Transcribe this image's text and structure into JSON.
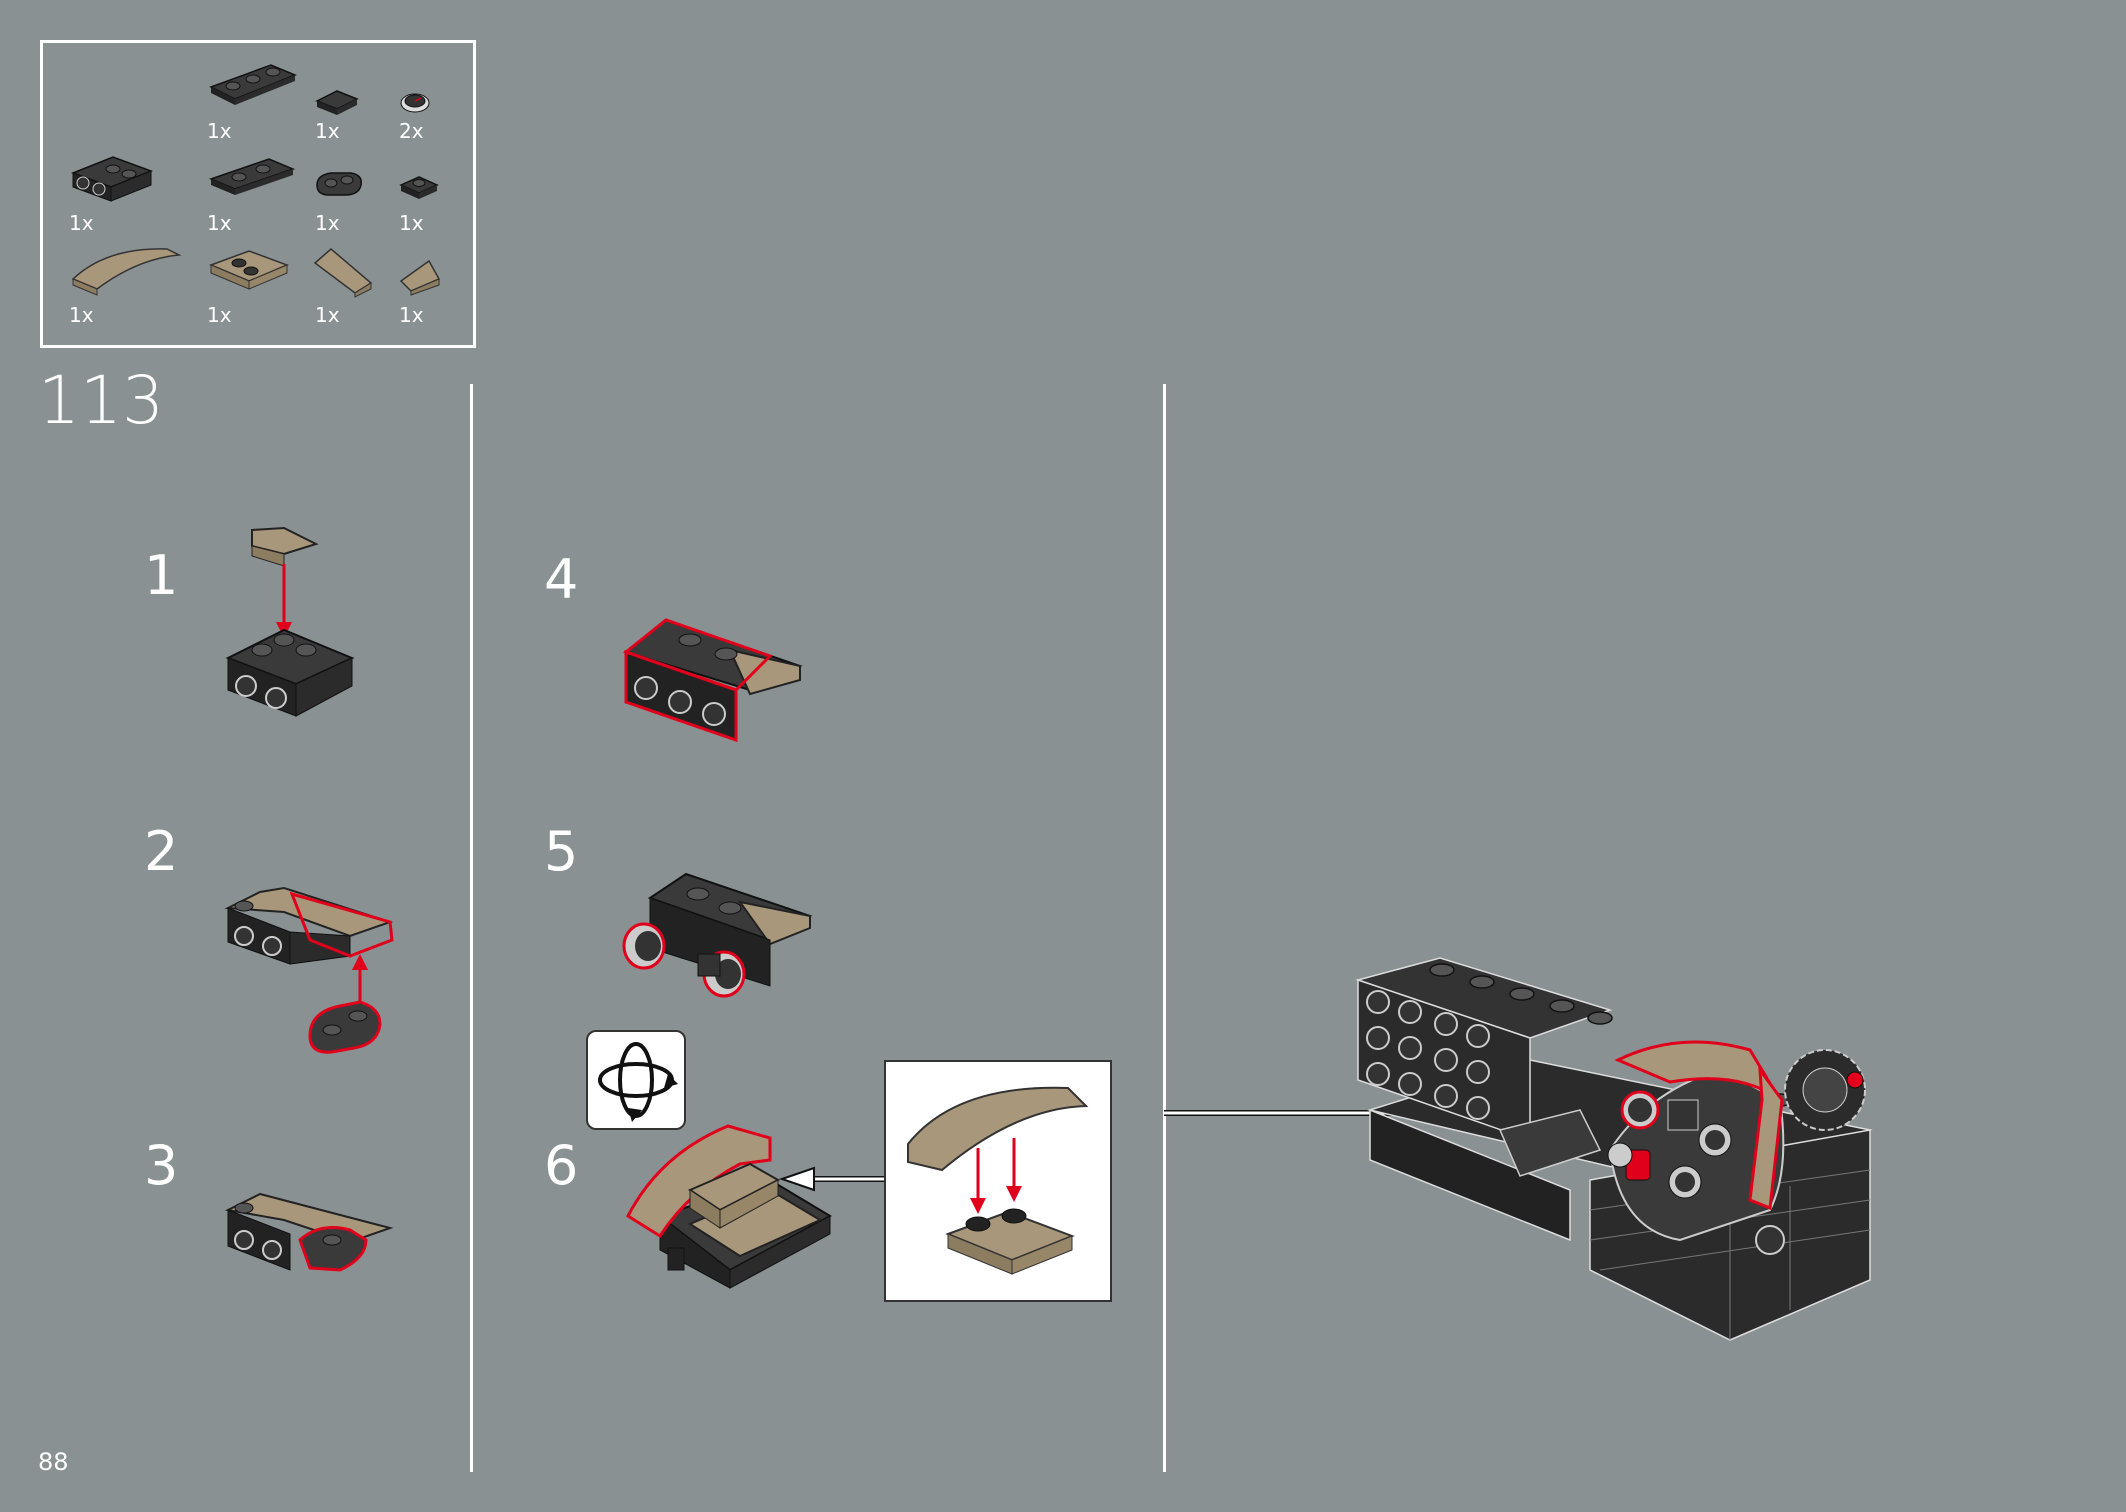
{
  "page_number": "88",
  "step_number": "113",
  "parts": [
    {
      "name": "plate-1x4-dark",
      "qty": "1x"
    },
    {
      "name": "tile-1x1-dark",
      "qty": "1x"
    },
    {
      "name": "round-tile-dial",
      "qty": "2x"
    },
    {
      "name": "brick-2x2-studs-sides",
      "qty": "1x"
    },
    {
      "name": "plate-1x3-dark",
      "qty": "1x"
    },
    {
      "name": "plate-1x2-rounded",
      "qty": "1x"
    },
    {
      "name": "plate-1x1-dark",
      "qty": "1x"
    },
    {
      "name": "curved-slope-tan",
      "qty": "1x"
    },
    {
      "name": "plate-2x2-tan",
      "qty": "1x"
    },
    {
      "name": "slope-tan-large",
      "qty": "1x"
    },
    {
      "name": "slope-tan-small",
      "qty": "1x"
    }
  ],
  "substeps": [
    "1",
    "2",
    "3",
    "4",
    "5",
    "6"
  ],
  "colors": {
    "background": "#8a9193",
    "dark_brick": "#2b2b2b",
    "tan": "#a8977a",
    "highlight": "#e0001b",
    "line": "#ffffff"
  }
}
